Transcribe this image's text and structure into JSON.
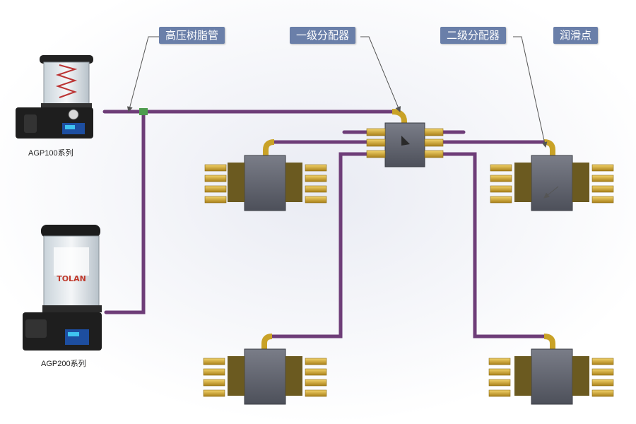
{
  "callouts": {
    "hose": "高压树脂管",
    "primary": "一级分配器",
    "secondary": "二级分配器",
    "point": "润滑点"
  },
  "pumps": {
    "pump1_caption": "AGP100系列",
    "pump2_caption": "AGP200系列",
    "pump2_brand": "TOLAN"
  },
  "colors": {
    "pipe": "#6e3d78",
    "callout_bg": "#6a7fa9",
    "fitting": "#c9a227",
    "block": "#5c5f6a"
  }
}
